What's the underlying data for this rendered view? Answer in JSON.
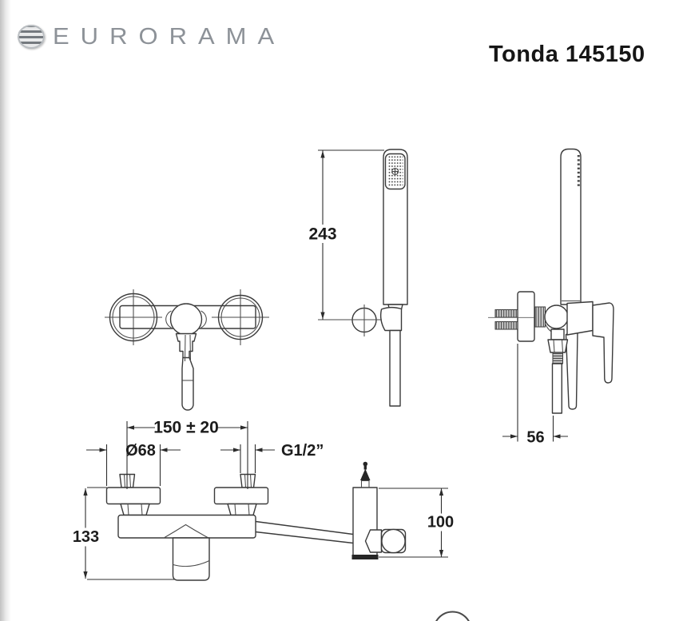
{
  "header": {
    "logo_text": "EURORAMA",
    "title": "Tonda 145150"
  },
  "colors": {
    "line": "#3a3a3a",
    "logo_gray": "#8d9298",
    "title_text": "#161616",
    "dimension_text": "#1c1c1c",
    "background": "#ffffff"
  },
  "dimensions": {
    "hand_shower_height": "243",
    "side_wall_offset": "56",
    "union_centers": "150 ± 20",
    "flange_diameter": "Ø68",
    "thread_size": "G1/2”",
    "body_height": "133",
    "body_depth": "100"
  }
}
